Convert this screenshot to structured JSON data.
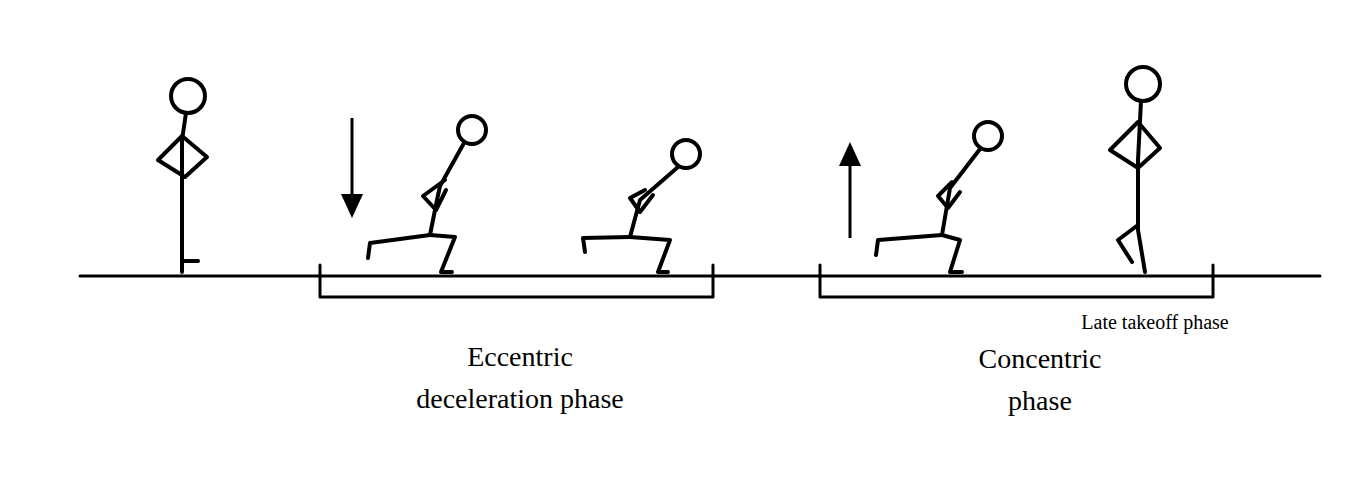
{
  "diagram": {
    "labels": [
      "Eccentric deceleration phase",
      "Concentric phase",
      "Late takeoff phase"
    ]
  }
}
